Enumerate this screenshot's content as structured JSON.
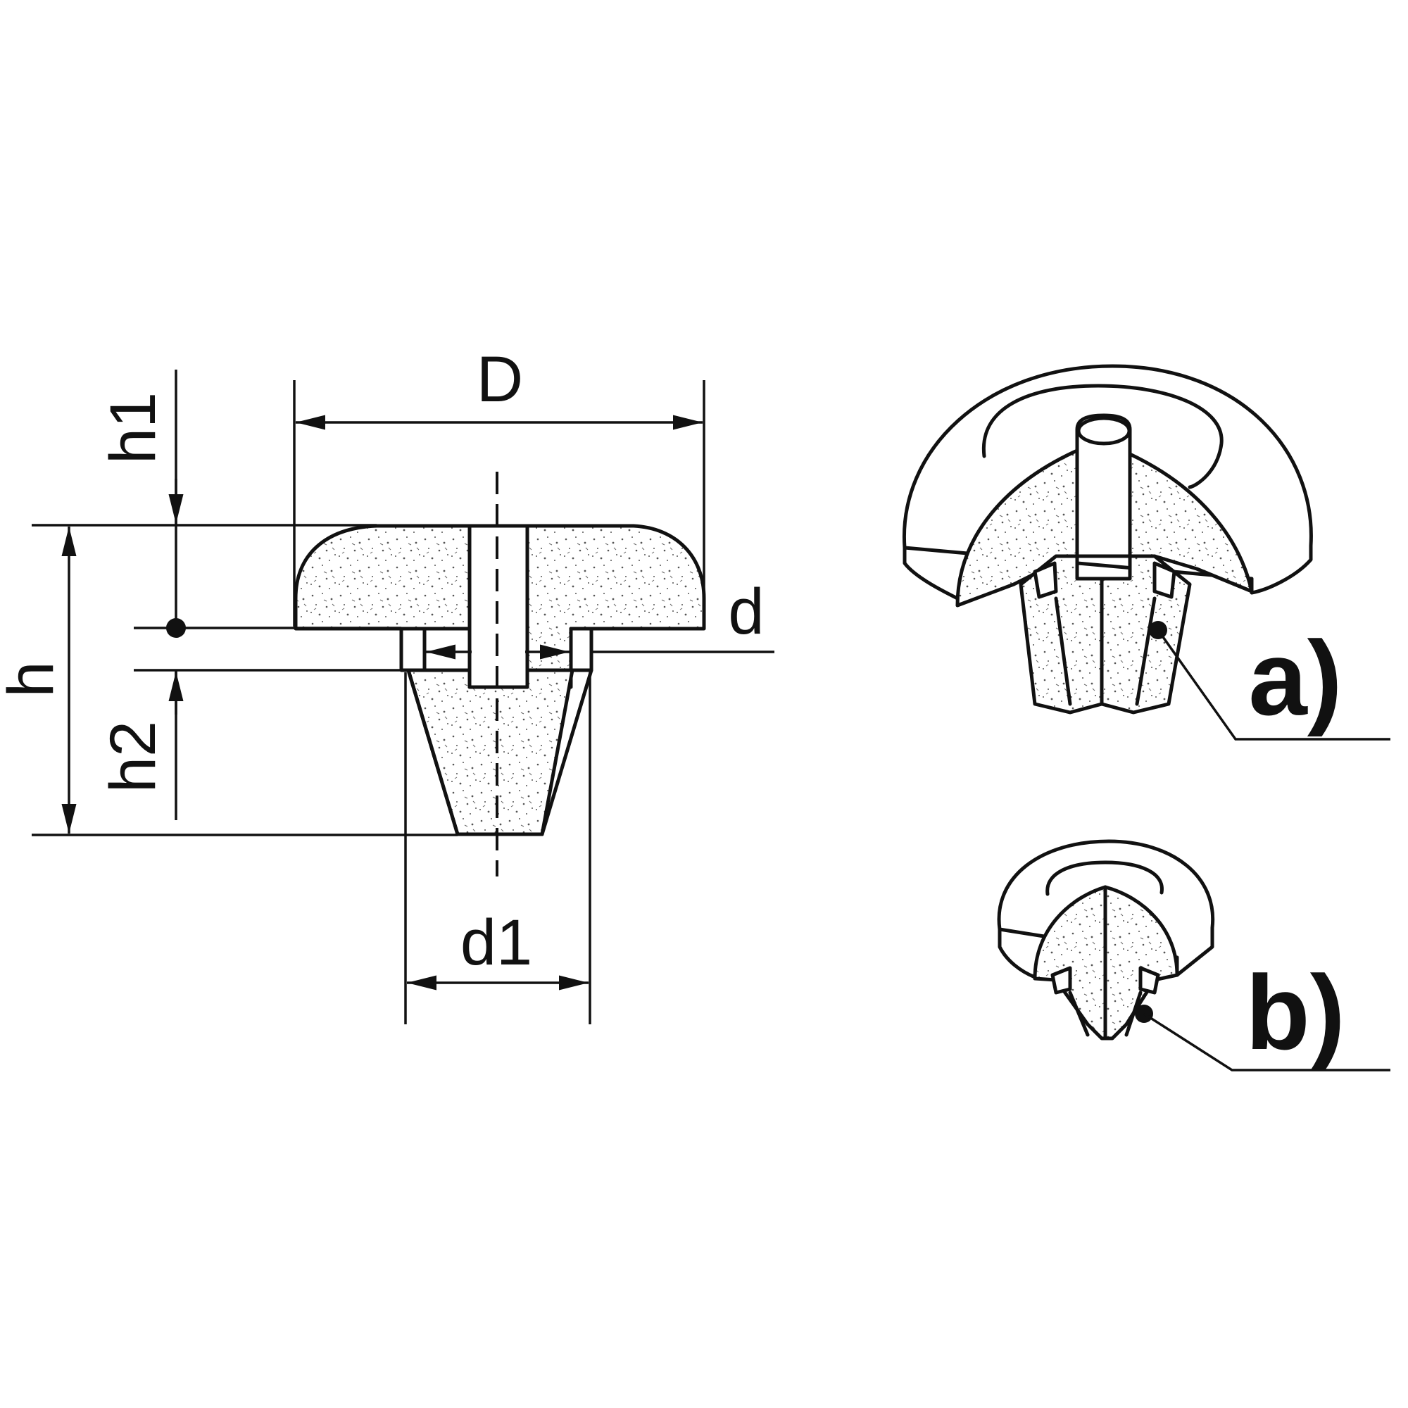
{
  "dimensions": {
    "D": "D",
    "d": "d",
    "d1": "d1",
    "h": "h",
    "h1": "h1",
    "h2": "h2"
  },
  "variants": {
    "a": "a)",
    "b": "b)"
  },
  "colors": {
    "line": "#111111",
    "background": "#ffffff"
  }
}
